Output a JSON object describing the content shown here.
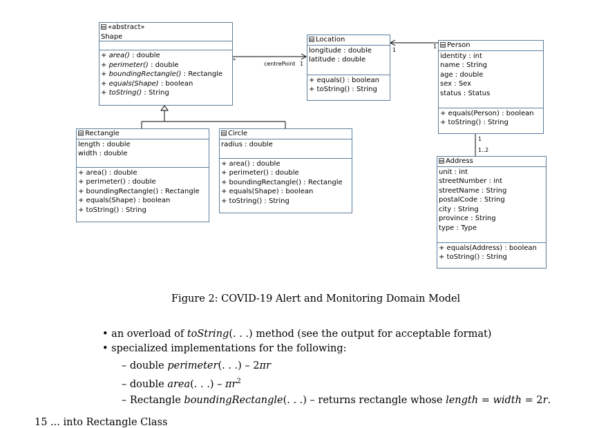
{
  "classes": {
    "shape": {
      "stereotype": "«abstract»",
      "name": "Shape",
      "methods": [
        {
          "name": "area()",
          "rest": " : double"
        },
        {
          "name": "perimeter()",
          "rest": " : double"
        },
        {
          "name": "boundingRectangle()",
          "rest": " : Rectangle"
        },
        {
          "name": "equals(Shape)",
          "rest": " : boolean"
        },
        {
          "name": "toString()",
          "rest": " : String"
        }
      ]
    },
    "location": {
      "name": "Location",
      "attributes": [
        "longitude : double",
        "latitude : double"
      ],
      "methods": [
        "+ equals() : boolean",
        "+ toString() : String"
      ]
    },
    "person": {
      "name": "Person",
      "attributes": [
        "identity : int",
        "name : String",
        "age : double",
        "sex : Sex",
        "status : Status"
      ],
      "methods": [
        "+ equals(Person) : boolean",
        "+ toString() : String"
      ]
    },
    "rectangle": {
      "name": "Rectangle",
      "attributes": [
        "length : double",
        "width : double"
      ],
      "methods": [
        "+ area() : double",
        "+ perimeter() : double",
        "+ boundingRectangle() : Rectangle",
        "+ equals(Shape) : boolean",
        "+ toString() : String"
      ]
    },
    "circle": {
      "name": "Circle",
      "attributes": [
        "radius : double"
      ],
      "methods": [
        "+ area() : double",
        "+ perimeter() : double",
        "+ boundingRectangle() : Rectangle",
        "+ equals(Shape) : boolean",
        "+ toString() : String"
      ]
    },
    "address": {
      "name": "Address",
      "attributes": [
        "unit : int",
        "streetNumber : int",
        "streetName : String",
        "postalCode : String",
        "city : String",
        "province : String",
        "type : Type"
      ],
      "methods": [
        "+ equals(Address) : boolean",
        "+ toString() : String"
      ]
    }
  },
  "associations": {
    "shape_location": {
      "source_mult": "*",
      "role": "centrePoint",
      "target_mult": "1"
    },
    "person_location": {
      "source_mult": "1",
      "target_mult": "1"
    },
    "person_address": {
      "source_mult": "1",
      "target_mult": "1..2"
    }
  },
  "caption": "Figure 2: COVID-19 Alert and Monitoring Domain Model",
  "body": {
    "bullet1_a": "an overload of ",
    "bullet1_math": "toString",
    "bullet1_b": "(. . .) method (see the output for acceptable format)",
    "bullet2": "specialized implementations for the following:",
    "sub1_a": "double ",
    "sub1_math": "perimeter",
    "sub1_b": "(. . .) – 2",
    "sub1_c": "πr",
    "sub2_a": "double ",
    "sub2_math": "area",
    "sub2_b": "(. . .) – ",
    "sub2_c": "πr",
    "sub2_sup": "2",
    "sub3_a": "Rectangle ",
    "sub3_math": "boundingRectangle",
    "sub3_b": "(. . .) – returns rectangle whose ",
    "sub3_c": "length",
    "sub3_d": " = ",
    "sub3_e": "width",
    "sub3_f": " = 2",
    "sub3_g": "r",
    "sub3_h": ".",
    "cut_line": "15 ... into Rectangle Class"
  }
}
